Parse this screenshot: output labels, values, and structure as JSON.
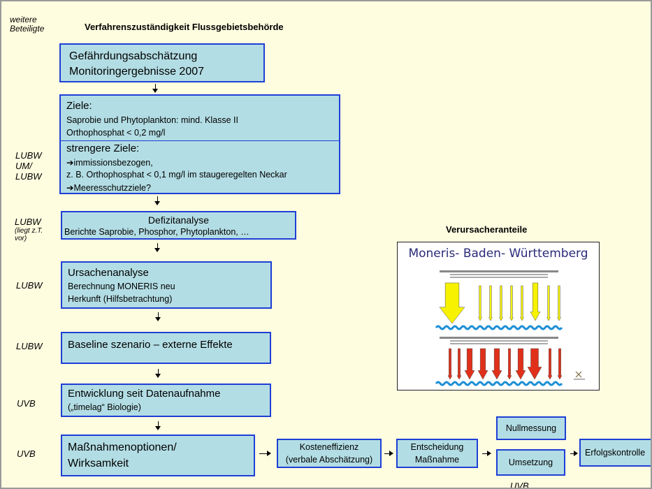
{
  "side_labels": {
    "weitere": [
      "weitere",
      "Beteiligte"
    ],
    "lubw_um_lubw": [
      "LUBW",
      "UM/",
      "LUBW"
    ],
    "lubw_liegt": [
      "LUBW"
    ],
    "liegt_note": [
      "(liegt z.T.",
      "vor)"
    ],
    "lubw1": "LUBW",
    "lubw2": "LUBW",
    "uvb1": "UVB",
    "uvb2": "UVB",
    "uvb_bottom": "UVB"
  },
  "header": "Verfahrenszuständigkeit Flussgebietsbehörde",
  "boxes": {
    "gefaehrdung": [
      "Gefährdungsabschätzung",
      "Monitoringergebnisse 2007"
    ],
    "ziele_title": "Ziele:",
    "ziele_lines": [
      "Saprobie und Phytoplankton:  mind. Klasse II",
      "Orthophosphat < 0,2 mg/l"
    ],
    "strenger_title": "strengere Ziele:",
    "strenger_lines": [
      "immissionsbezogen,",
      "z. B. Orthophosphat < 0,1 mg/l im staugeregelten Neckar",
      "Meeresschutzziele?"
    ],
    "defizit_title": "Defizitanalyse",
    "defizit_line": "Berichte Saprobie, Phosphor, Phytoplankton, …",
    "ursachen_title": "Ursachenanalyse",
    "ursachen_lines": [
      "Berechnung MONERIS neu",
      "Herkunft (Hilfsbetrachtung)"
    ],
    "baseline": "Baseline szenario – externe Effekte",
    "entwicklung_title": "Entwicklung seit Datenaufnahme",
    "entwicklung_line": "(„timelag“ Biologie)",
    "massnahmen": [
      "Maßnahmenoptionen/",
      "Wirksamkeit"
    ],
    "kosten": [
      "Kosteneffizienz",
      "(verbale Abschätzung)"
    ],
    "entscheidung": [
      "Entscheidung",
      "Maßnahme"
    ],
    "nullmessung": "Nullmessung",
    "umsetzung": "Umsetzung",
    "erfolg": "Erfolgskontrolle"
  },
  "verursacher": {
    "title": "Verursacheranteile",
    "image_title": "Moneris- Baden- Württemberg"
  },
  "colors": {
    "background": "#fffde0",
    "box_fill": "#b3dde4",
    "box_border": "#1f3fd6",
    "nitrogen_arrow": "#f6f200",
    "phosphorus_arrow": "#e0301a",
    "wave": "#1d8fd6"
  },
  "icons": [
    "down-arrow-icon",
    "right-arrow-icon",
    "bullet-arrow-icon"
  ]
}
